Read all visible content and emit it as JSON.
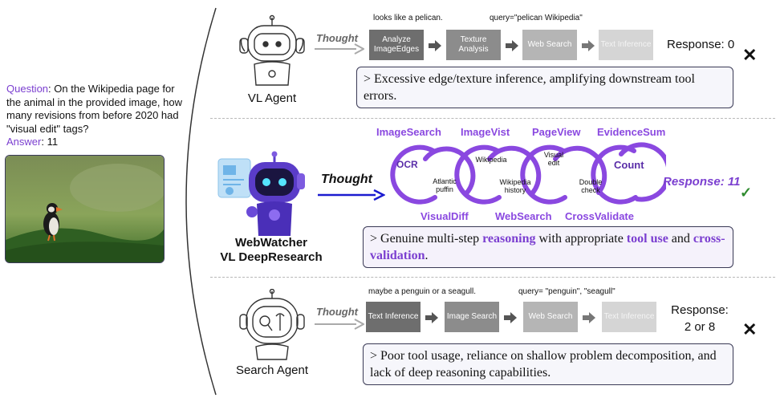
{
  "question": {
    "label": "Question",
    "text": ": On the Wikipedia page for the animal in the provided image, how many revisions from before 2020 had \"visual edit\" tags?",
    "answer_label": "Answer",
    "answer_text": ": 11"
  },
  "vl_agent": {
    "name": "VL Agent",
    "thought": "Thought",
    "note_left": "looks like a pelican.",
    "note_right": "query=\"pelican Wikipedia\"",
    "steps": [
      "Analyze ImageEdges",
      "Texture Analysis",
      "Web Search",
      "Text Inference"
    ],
    "response": "Response: 0",
    "mark": "✕",
    "result": "> Excessive edge/texture inference, amplifying downstream tool errors."
  },
  "webwatcher": {
    "name": "WebWatcher",
    "subname": "VL DeepResearch",
    "thought": "Thought",
    "tools_top": [
      "ImageSearch",
      "ImageVist",
      "PageView",
      "EvidenceSum"
    ],
    "tools_bottom": [
      "VisualDiff",
      "WebSearch",
      "CrossValidate"
    ],
    "loop_labels": [
      "OCR",
      "Atlantic puffin",
      "Wikipedia",
      "Wikipedia history",
      "Visual edit",
      "Double check",
      "Count"
    ],
    "response": "Response: 11",
    "mark": "✓",
    "result_parts": [
      "> Genuine multi-step ",
      "reasoning",
      " with appropriate ",
      "tool use",
      " and ",
      "cross-validation",
      "."
    ]
  },
  "search_agent": {
    "name": "Search Agent",
    "thought": "Thought",
    "note_left": "maybe a penguin or a seagull.",
    "note_right": "query= \"penguin\", \"seagull\"",
    "steps": [
      "Text Inference",
      "Image Search",
      "Web Search",
      "Text Inference"
    ],
    "response_line1": "Response:",
    "response_line2": "2 or 8",
    "mark": "✕",
    "result": "> Poor tool usage, reliance on shallow problem decomposition, and lack of deep reasoning capabilities."
  },
  "icons": [
    "robot-sketch-icon",
    "robot-purple-icon",
    "robot-search-icon",
    "puffin-photo"
  ],
  "colors": {
    "accent_purple": "#7b3fd0",
    "tool_purple": "#8a48e0",
    "check_green": "#2e8b2e",
    "arrow_blue": "#1b1bd0"
  }
}
